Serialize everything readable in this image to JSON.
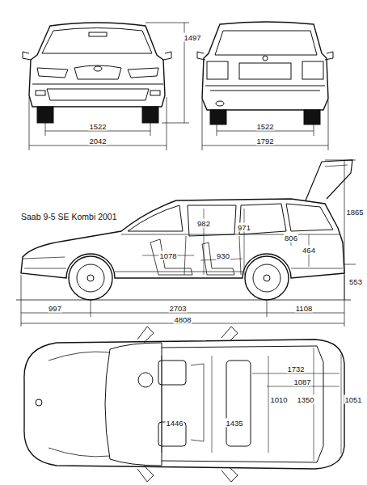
{
  "diagram": {
    "title": "Saab 9-5 SE Kombi 2001",
    "labels": [
      "1497",
      "1522",
      "2042",
      "1522",
      "1792",
      "1865",
      "982",
      "971",
      "806",
      "464",
      "1078",
      "930",
      "553",
      "997",
      "2703",
      "1108",
      "4808",
      "1732",
      "1087",
      "1010",
      "1350",
      "1051",
      "1446",
      "1435"
    ]
  }
}
